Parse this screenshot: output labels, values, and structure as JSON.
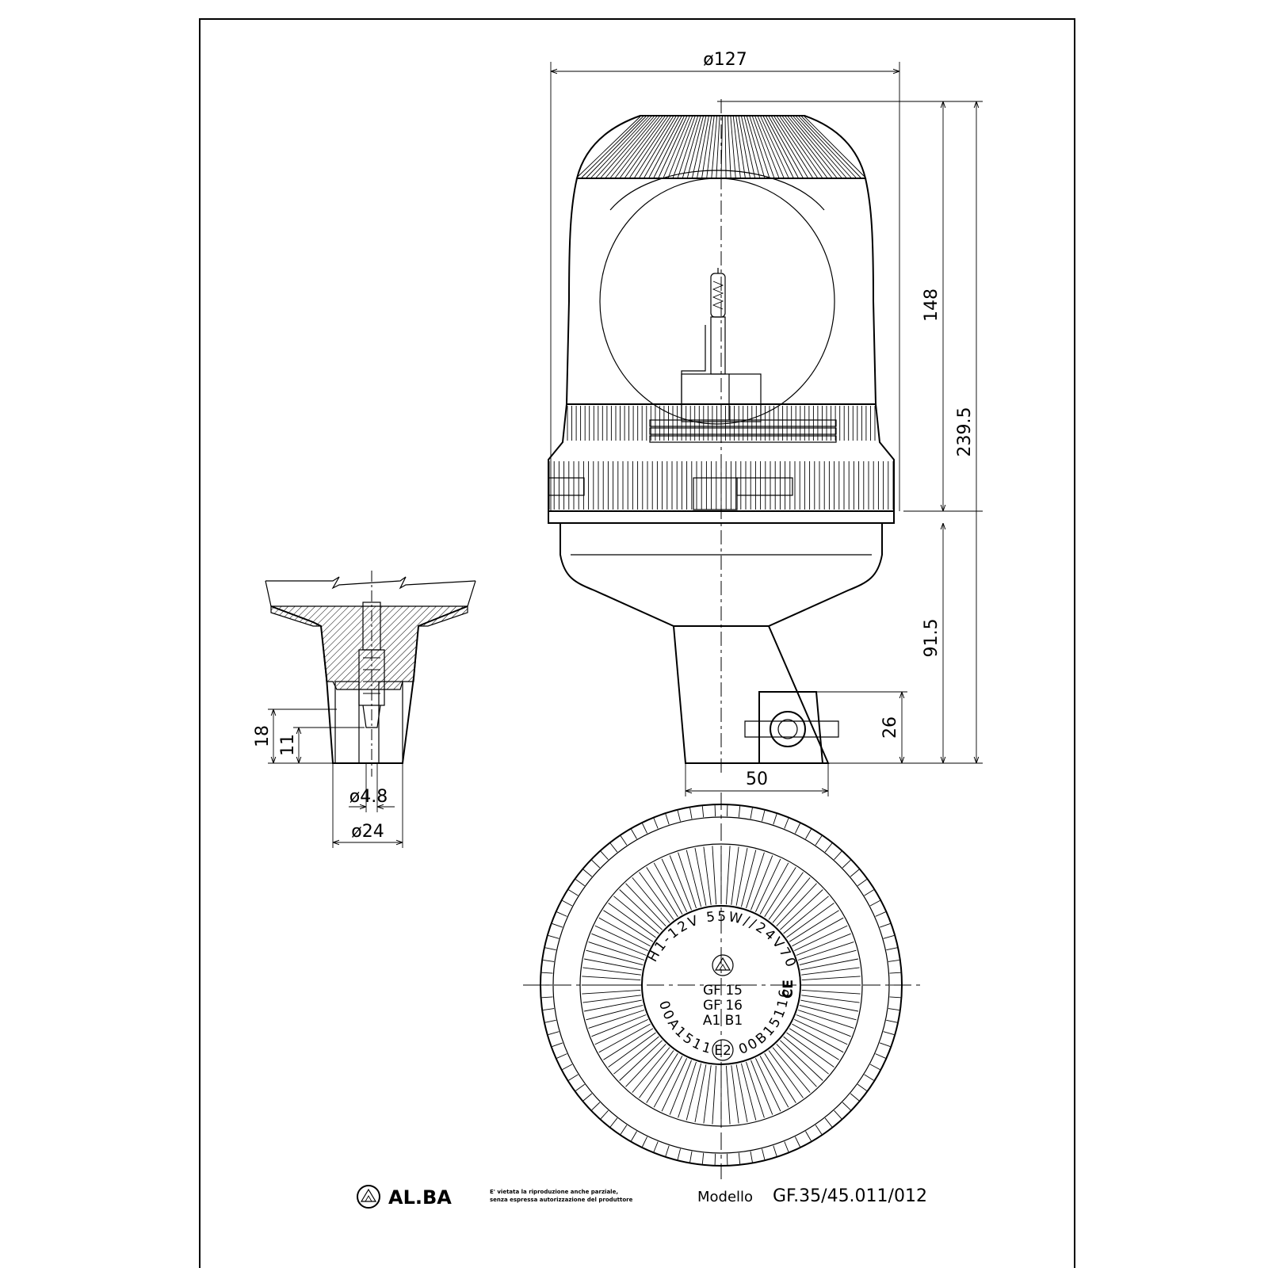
{
  "dimensions": {
    "diameter_top": "ø127",
    "height_dome": "148",
    "height_total": "239.5",
    "height_stem": "91.5",
    "height_clamp": "26",
    "width_clamp": "50",
    "socket_h1": "18",
    "socket_h2": "11",
    "socket_d_pin": "ø4.8",
    "socket_d_outer": "ø24"
  },
  "top_view": {
    "ring_text": "H1-12V 55W//24V70W",
    "codes": [
      "GF 15",
      "GF 16",
      "A1 B1"
    ],
    "serial_left": "00A151160",
    "serial_right": "00B151161",
    "e_mark": "E2",
    "ce_mark": "CE"
  },
  "title_block": {
    "brand": "AL.BA",
    "notice_line1": "E' vietata la riproduzione anche parziale,",
    "notice_line2": "senza espressa autorizzazione del produttore",
    "model_label": "Modello",
    "model_value": "GF.35/45.011/012"
  }
}
